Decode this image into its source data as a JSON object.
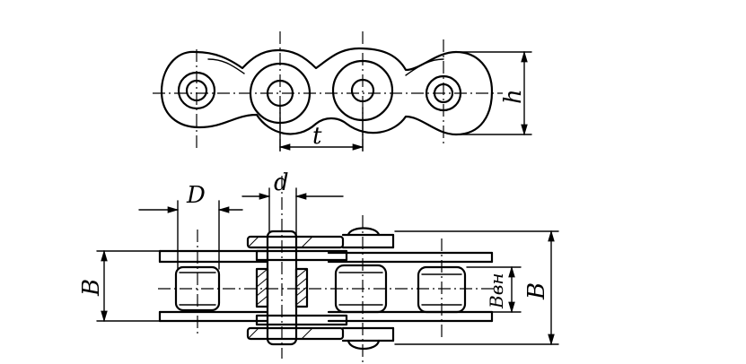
{
  "labels": {
    "pitch": "t",
    "height": "h",
    "roller_diameter": "D",
    "pin_diameter": "d",
    "inner_width": "B",
    "inner_width_between_plates": "Bвн",
    "outer_width": "B"
  }
}
